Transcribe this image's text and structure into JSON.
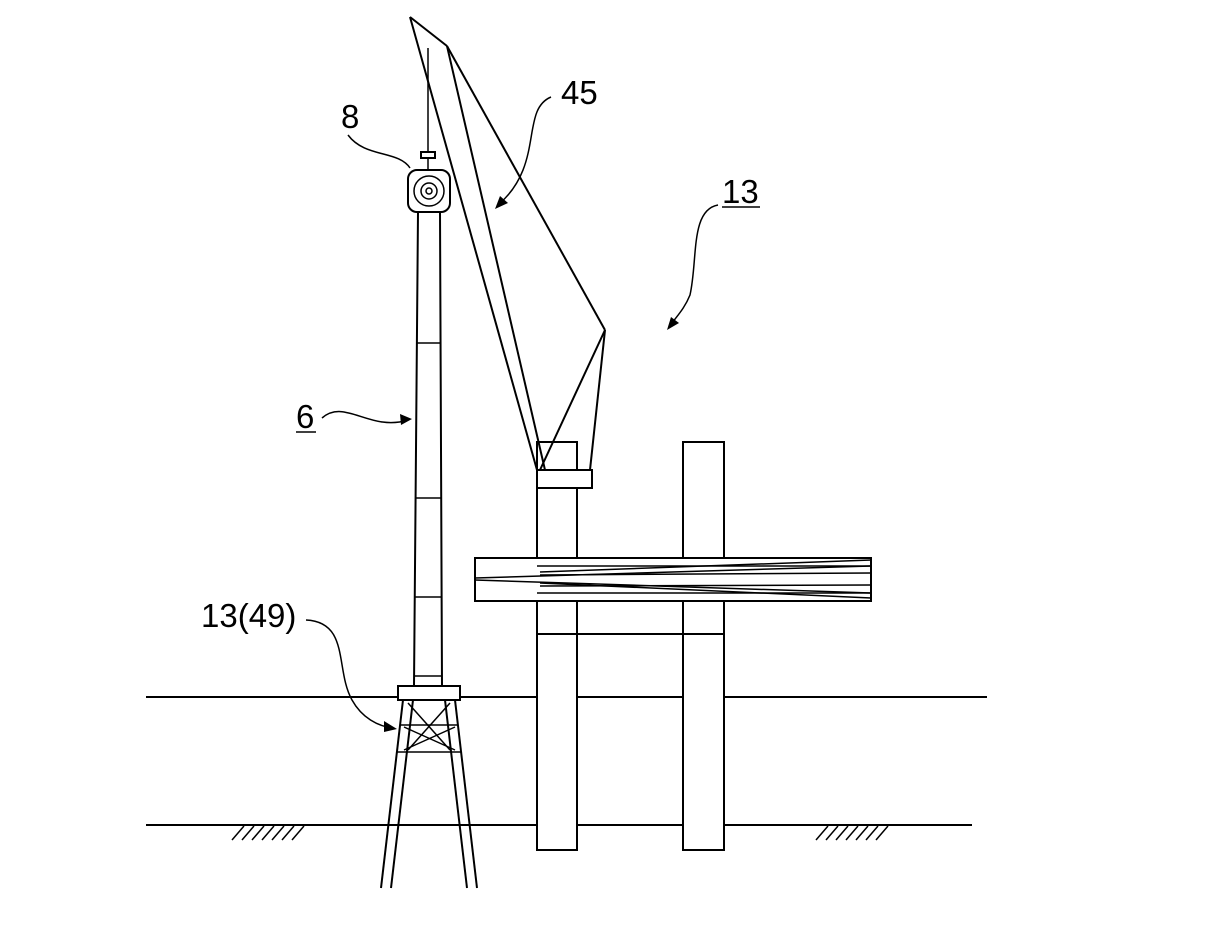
{
  "figure": {
    "labels": {
      "blade": "45",
      "nacelle": "8",
      "tower": "6",
      "vessel": "13",
      "foundation": "13(49)"
    },
    "underlined_labels": [
      "tower",
      "vessel"
    ],
    "line_color": "#000000",
    "background": "#ffffff"
  }
}
